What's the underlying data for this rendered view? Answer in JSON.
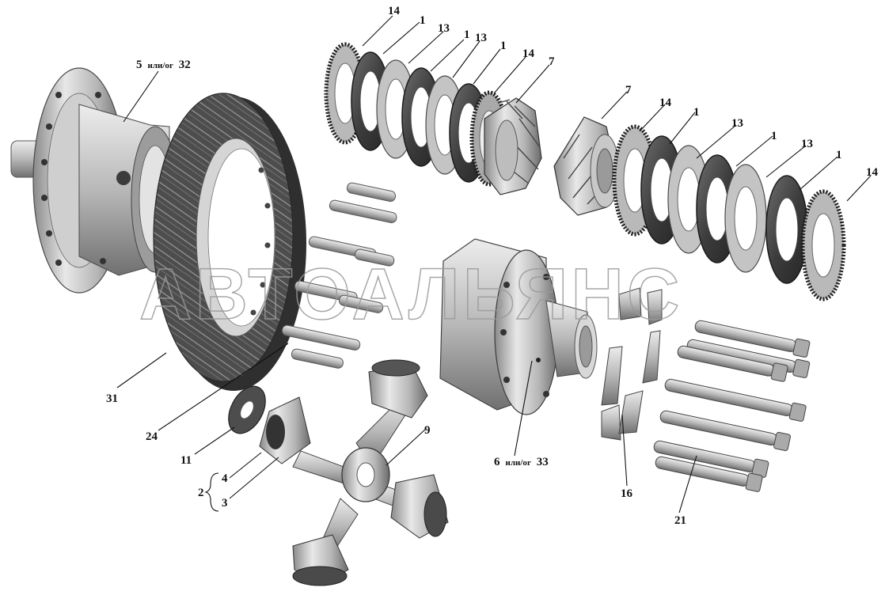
{
  "watermark": "АВТОАЛЬЯНС",
  "labels": {
    "l14a": "14",
    "l1a": "1",
    "l13a": "13",
    "l1b": "1",
    "l13b": "13",
    "l1c": "1",
    "l14b": "14",
    "l7a": "7",
    "l7b": "7",
    "l14c": "14",
    "l1d": "1",
    "l13c": "13",
    "l1e": "1",
    "l13d": "13",
    "l1f": "1",
    "l14d": "14",
    "l5": "5",
    "l5or": "или/or",
    "l32": "32",
    "l31": "31",
    "l24": "24",
    "l11": "11",
    "l2": "2",
    "l4": "4",
    "l3": "3",
    "l9": "9",
    "l6": "6",
    "l6or": "или/or",
    "l33": "33",
    "l16": "16",
    "l21": "21"
  },
  "colors": {
    "metal_light": "#d9d9d9",
    "metal_mid": "#a8a8a8",
    "metal_dark": "#5f5f5f",
    "friction": "#4a4a4a",
    "friction_dark": "#2a2a2a"
  }
}
